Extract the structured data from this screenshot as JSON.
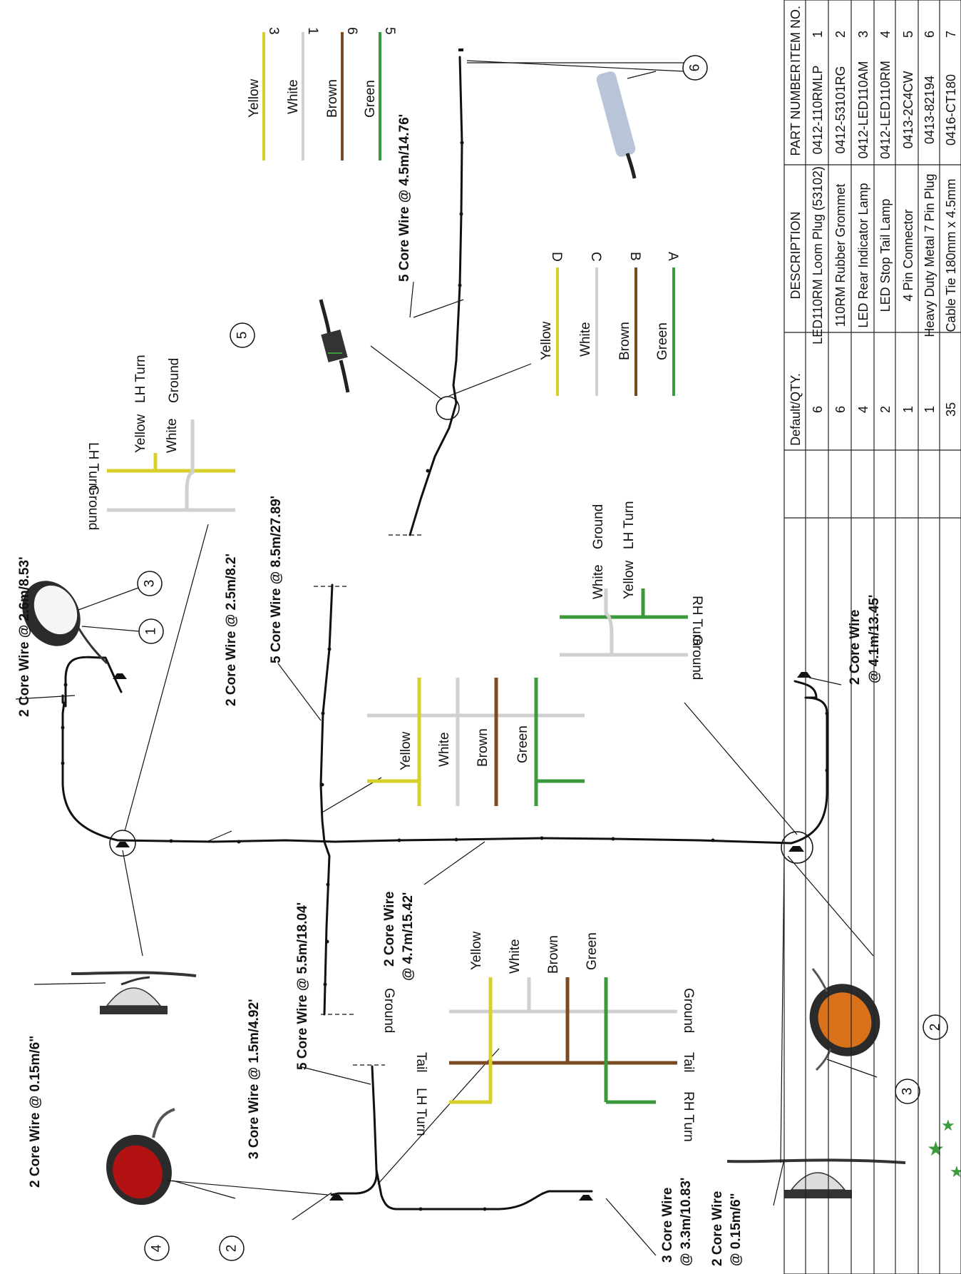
{
  "wires": {
    "w1": "2 Core Wire @ 2.6m/8.53'",
    "w2": "2 Core Wire @ 2.5m/8.2'",
    "w3": "5 Core Wire @ 8.5m/27.89'",
    "w4": "5 Core Wire @ 4.5m/14.76'",
    "w5": "2 Core Wire @ 0.15m/6\"",
    "w6": "3 Core Wire @ 1.5m/4.92'",
    "w7": "5 Core Wire @ 5.5m/18.04'",
    "w8a": "2 Core Wire",
    "w8b": "@ 4.7m/15.42'",
    "w9a": "2 Core Wire",
    "w9b": "@ 4.1m/13.45'",
    "w10a": "3 Core Wire",
    "w10b": "@ 3.3m/10.83'",
    "w11a": "2 Core Wire",
    "w11b": "@ 0.15m/6\""
  },
  "colors": {
    "yellow": "#d9cf2a",
    "white": "#cfcfcf",
    "brown": "#7a4a22",
    "green": "#3c9a3c",
    "red_lamp": "#b31212",
    "amber_lamp": "#d9701a"
  },
  "labels": {
    "yellow": "Yellow",
    "white": "White",
    "brown": "Brown",
    "green": "Green",
    "ground": "Ground",
    "lh_turn": "LH Turn",
    "rh_turn": "RH Turn",
    "tail": "Tail",
    "pin_yellow": "3",
    "pin_white": "1",
    "pin_brown": "6",
    "pin_green": "5",
    "conn_d": "D",
    "conn_c": "C",
    "conn_b": "B",
    "conn_a": "A"
  },
  "bubbles": {
    "b1": "1",
    "b2": "2",
    "b3": "3",
    "b4": "4",
    "b5": "5",
    "b6": "6"
  },
  "bom": {
    "headers": [
      "ITEM NO.",
      "PART NUMBER",
      "DESCRIPTION",
      "Default/QTY."
    ],
    "rows": [
      [
        "1",
        "0412-110RMLP",
        "LED110RM Loom Plug (53102)",
        "6"
      ],
      [
        "2",
        "0412-53101RG",
        "110RM Rubber Grommet",
        "6"
      ],
      [
        "3",
        "0412-LED110AM",
        "LED Rear Indicator Lamp",
        "4"
      ],
      [
        "4",
        "0412-LED110RM",
        "LED Stop Tail Lamp",
        "2"
      ],
      [
        "5",
        "0413-2C4CW",
        "4 Pin Connector",
        "1"
      ],
      [
        "6",
        "0413-82194",
        "Heavy Duty Metal 7 Pin Plug",
        "1"
      ],
      [
        "7",
        "0416-CT180",
        "Cable Tie 180mm x 4.5mm",
        "35"
      ]
    ]
  }
}
